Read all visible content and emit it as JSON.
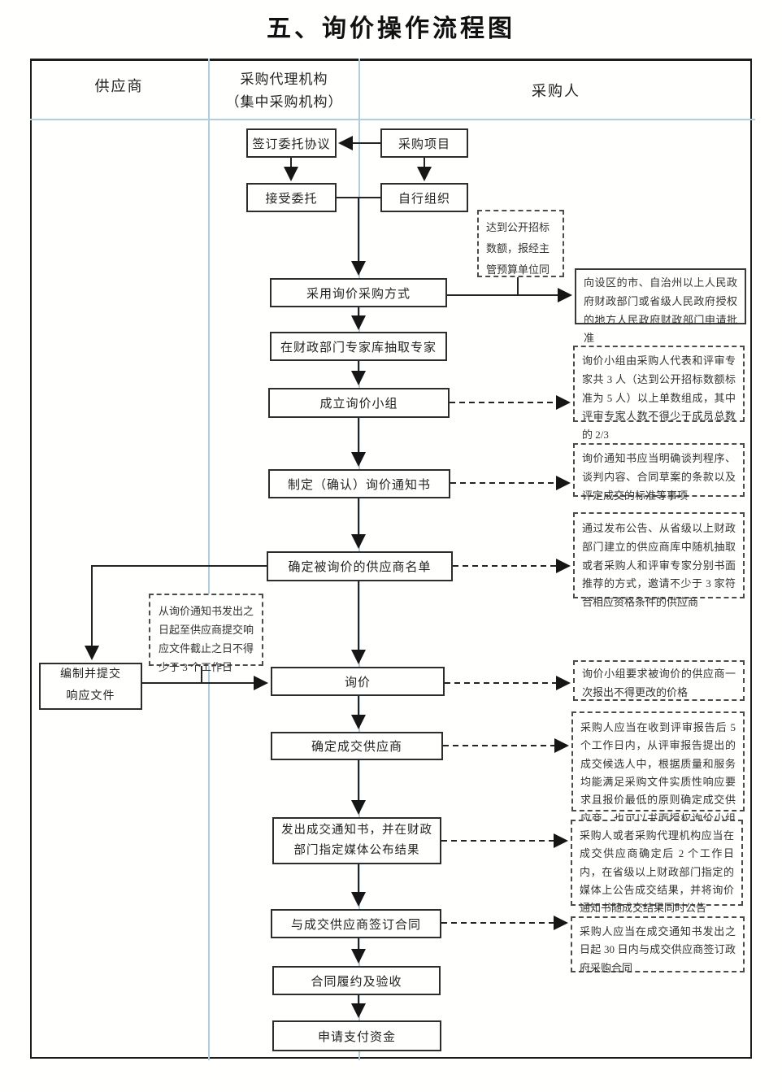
{
  "title": "五、询价操作流程图",
  "columns": {
    "supplier": "供应商",
    "agency_line1": "采购代理机构",
    "agency_line2": "（集中采购机构）",
    "purchaser": "采购人"
  },
  "flow": {
    "sign_agreement": "签订委托协议",
    "procurement_project": "采购项目",
    "accept_delegation": "接受委托",
    "self_organize": "自行组织",
    "adopt_inquiry": "采用询价采购方式",
    "draw_experts": "在财政部门专家库抽取专家",
    "form_group": "成立询价小组",
    "make_notice": "制定（确认）询价通知书",
    "determine_suppliers": "确定被询价的供应商名单",
    "prepare_response_line1": "编制并提交",
    "prepare_response_line2": "响应文件",
    "inquiry": "询价",
    "determine_winner": "确定成交供应商",
    "issue_notice": "发出成交通知书，并在财政部门指定媒体公布结果",
    "sign_contract": "与成交供应商签订合同",
    "fulfill_contract": "合同履约及验收",
    "request_payment": "申请支付资金"
  },
  "notes": {
    "exceed_threshold": "达到公开招标数额，报经主管预算单位同",
    "apply_approval": "向设区的市、自治州以上人民政府财政部门或省级人民政府授权的地方人民政府财政部门申请批准",
    "group_composition": "询价小组由采购人代表和评审专家共 3 人（达到公开招标数额标准为 5 人）以上单数组成，其中评审专家人数不得少于成员总数的 2/3",
    "notice_content": "询价通知书应当明确谈判程序、谈判内容、合同草案的条款以及评定成交的标准等事项",
    "supplier_selection": "通过发布公告、从省级以上财政部门建立的供应商库中随机抽取或者采购人和评审专家分别书面推荐的方式，邀请不少于 3 家符合相应资格条件的供应商",
    "one_quote": "询价小组要求被询价的供应商一次报出不得更改的价格",
    "winner_rule": "采购人应当在收到评审报告后 5 个工作日内，从评审报告提出的成交候选人中，根据质量和服务均能满足采购文件实质性响应要求且报价最低的原则确定成交供应商，也可以书面授权询价小组直接确定成交",
    "announce_result": "采购人或者采购代理机构应当在成交供应商确定后 2 个工作日内，在省级以上财政部门指定的媒体上公告成交结果，并将询价通知书随成交结果同时公告",
    "contract_deadline": "采购人应当在成交通知书发出之日起 30 日内与成交供应商签订政府采购合同",
    "response_deadline": "从询价通知书发出之日起至供应商提交响应文件截止之日不得少于 3 个工作日"
  },
  "colors": {
    "lane_line": "#aecfdf",
    "frame_border": "#1c1c1c",
    "box_border": "#2d2d2d",
    "note_border": "#4c4c4c"
  }
}
